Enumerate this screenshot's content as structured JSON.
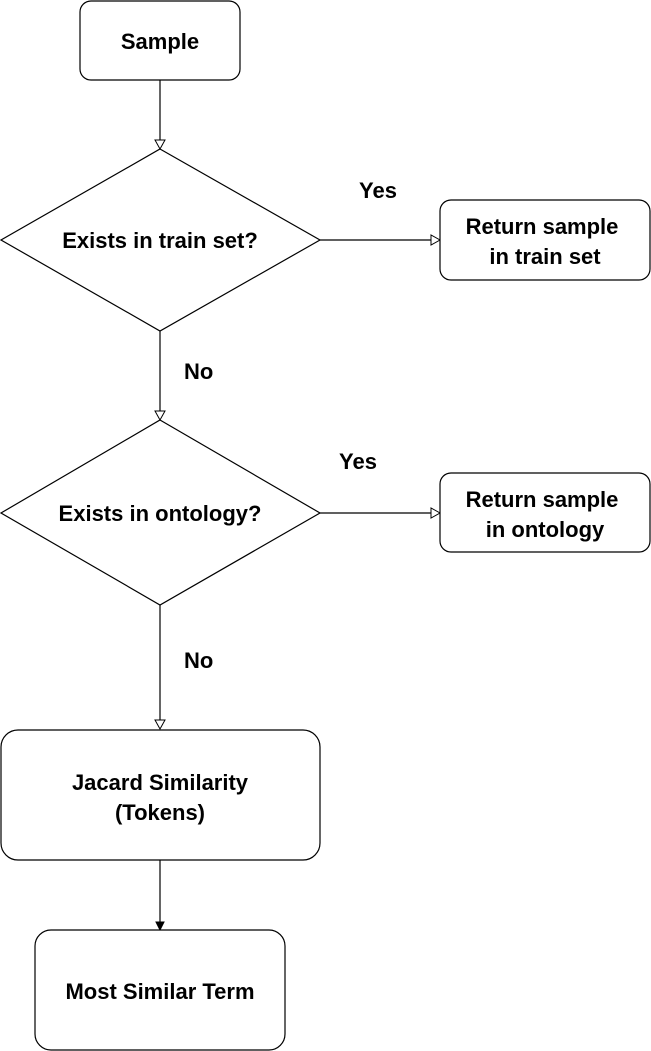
{
  "nodes": {
    "sample": {
      "label": "Sample"
    },
    "exists_train": {
      "label": "Exists in train set?"
    },
    "return_train": {
      "line1": "Return sample",
      "line2": "in train set"
    },
    "exists_ontology": {
      "label": "Exists in ontology?"
    },
    "return_ontology": {
      "line1": "Return sample",
      "line2": "in ontology"
    },
    "jacard": {
      "line1": "Jacard Similarity",
      "line2": "(Tokens)"
    },
    "most_similar": {
      "label": "Most Similar Term"
    }
  },
  "edges": {
    "train_yes": "Yes",
    "train_no": "No",
    "ontology_yes": "Yes",
    "ontology_no": "No"
  }
}
